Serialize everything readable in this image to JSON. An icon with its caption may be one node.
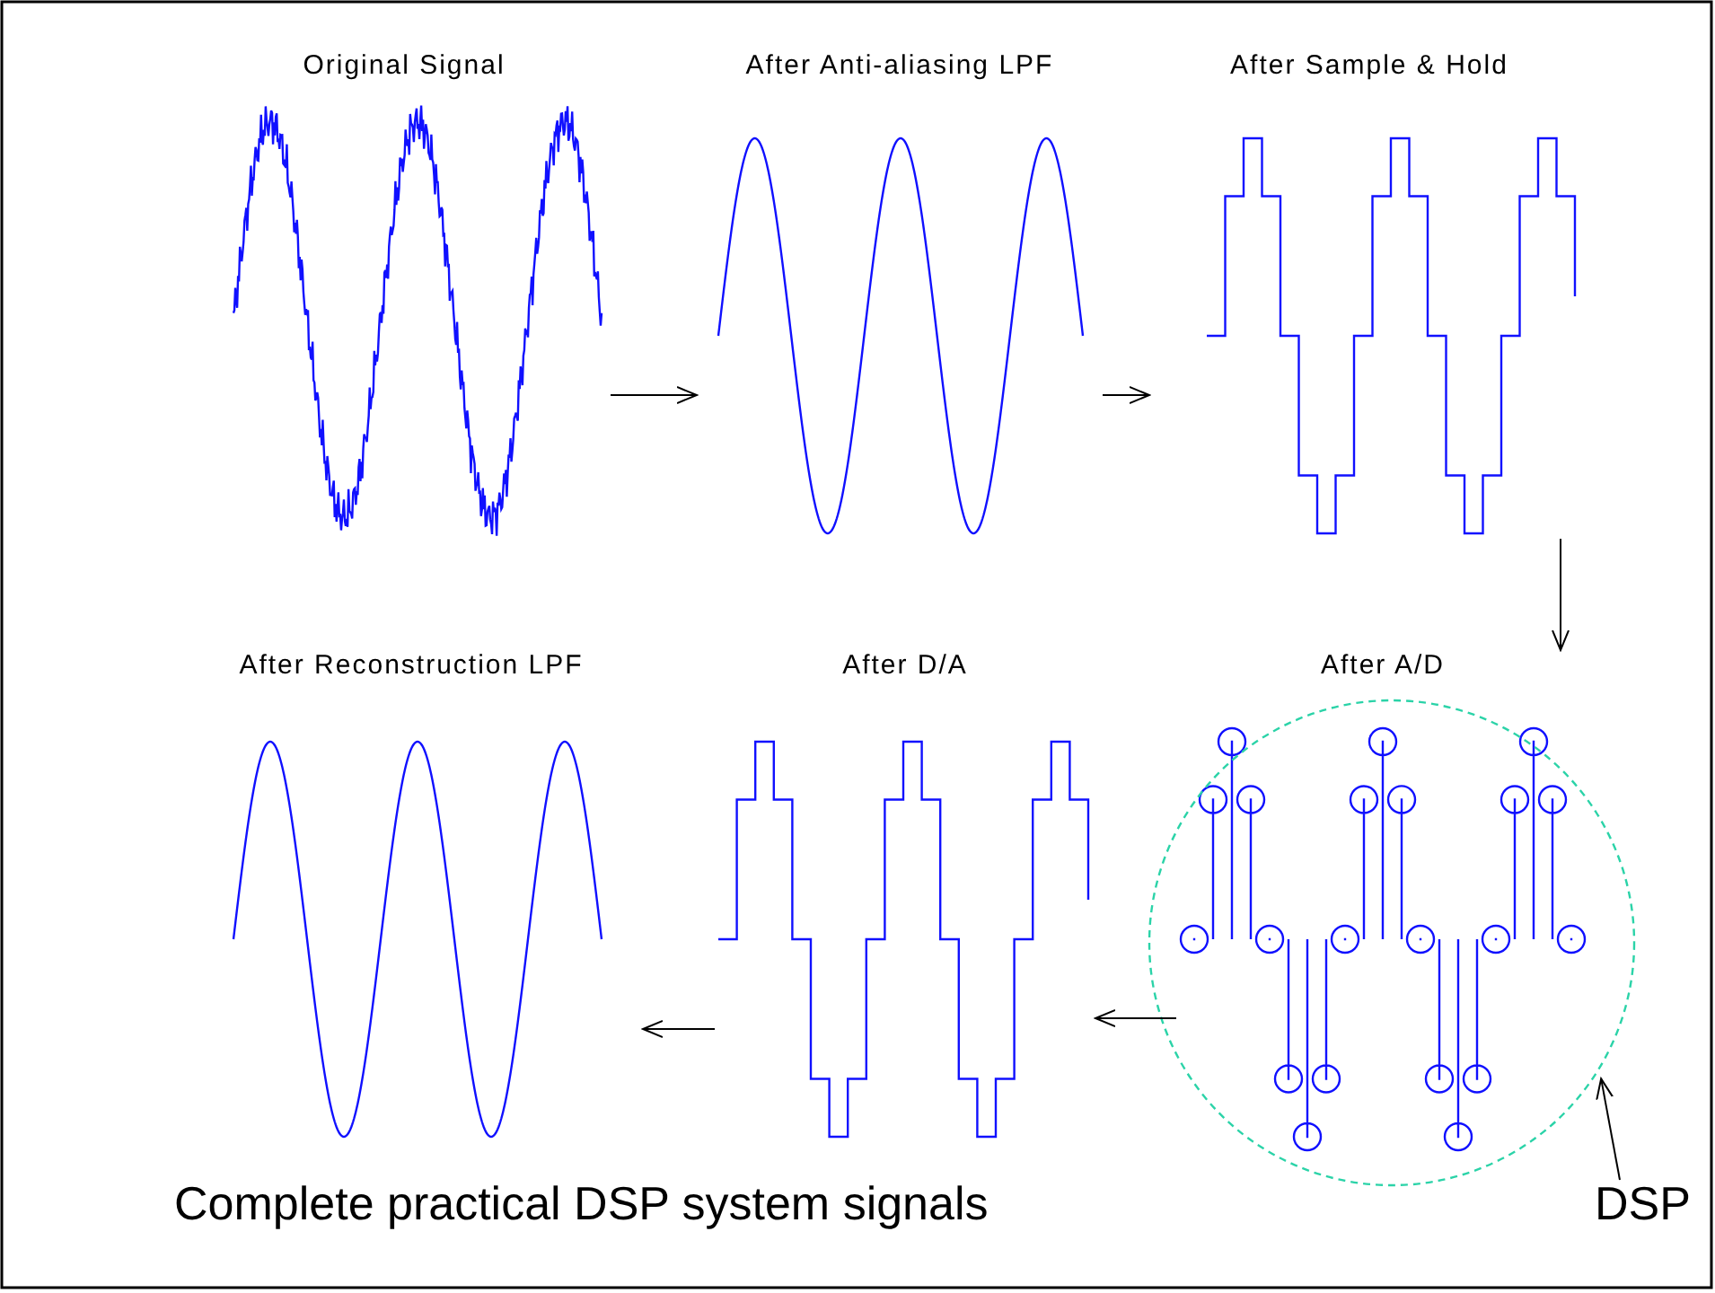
{
  "diagram": {
    "caption": "Complete practical DSP system signals",
    "nodes": [
      {
        "text": [
          "Original Signal"
        ]
      },
      {
        "text": [
          "After Anti-aliasing LPF"
        ]
      },
      {
        "text": [
          "After Sample & Hold"
        ]
      },
      {
        "text": [
          "After Reconstruction LPF"
        ]
      },
      {
        "text": [
          "After D/A"
        ]
      },
      {
        "text": [
          "After A/D"
        ]
      },
      {
        "text": [],
        "shape": "circle"
      },
      {
        "text": [
          "DSP"
        ]
      }
    ],
    "edges": [
      {
        "from": 0,
        "to": 1,
        "arrow": "to"
      },
      {
        "from": 1,
        "to": 2,
        "arrow": "to"
      },
      {
        "from": 2,
        "to": 5,
        "arrow": "to"
      },
      {
        "from": 5,
        "to": 4,
        "arrow": "to"
      },
      {
        "from": 4,
        "to": 3,
        "arrow": "to"
      },
      {
        "from": 7,
        "to": 6,
        "arrow": "to"
      }
    ]
  }
}
